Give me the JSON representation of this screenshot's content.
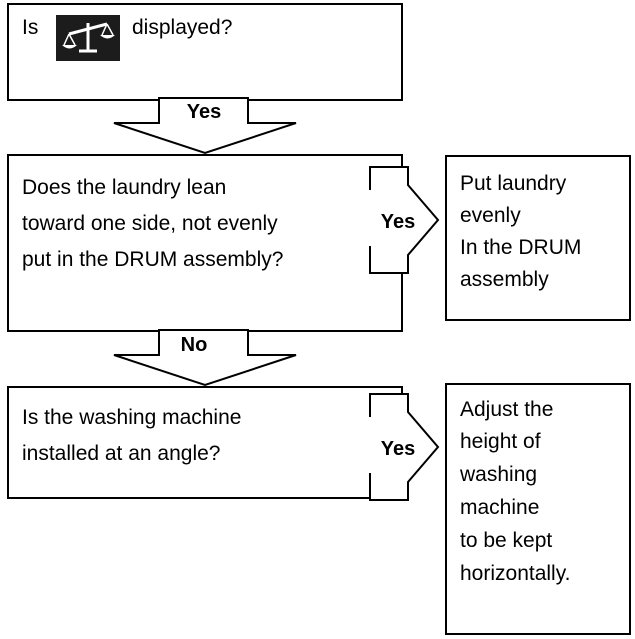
{
  "q1": {
    "before_icon": "Is",
    "after_icon": "displayed?"
  },
  "icon": {
    "name": "balance-scale-icon",
    "bg": "#1c1c1c",
    "fg": "#ffffff"
  },
  "arrow1": {
    "label": "Yes"
  },
  "q2": {
    "lines": [
      "Does the laundry lean",
      "toward one side, not evenly",
      "put in the DRUM assembly?"
    ]
  },
  "arrow2": {
    "label": "Yes"
  },
  "a2": {
    "lines": [
      "Put laundry",
      "evenly",
      "In the DRUM",
      "assembly"
    ]
  },
  "arrow3": {
    "label": "No"
  },
  "q3": {
    "lines": [
      "Is the washing machine",
      "installed at an angle?"
    ]
  },
  "arrow4": {
    "label": "Yes"
  },
  "a3": {
    "lines": [
      "Adjust the",
      "height of",
      "washing",
      "machine",
      "to be kept",
      "horizontally."
    ]
  }
}
